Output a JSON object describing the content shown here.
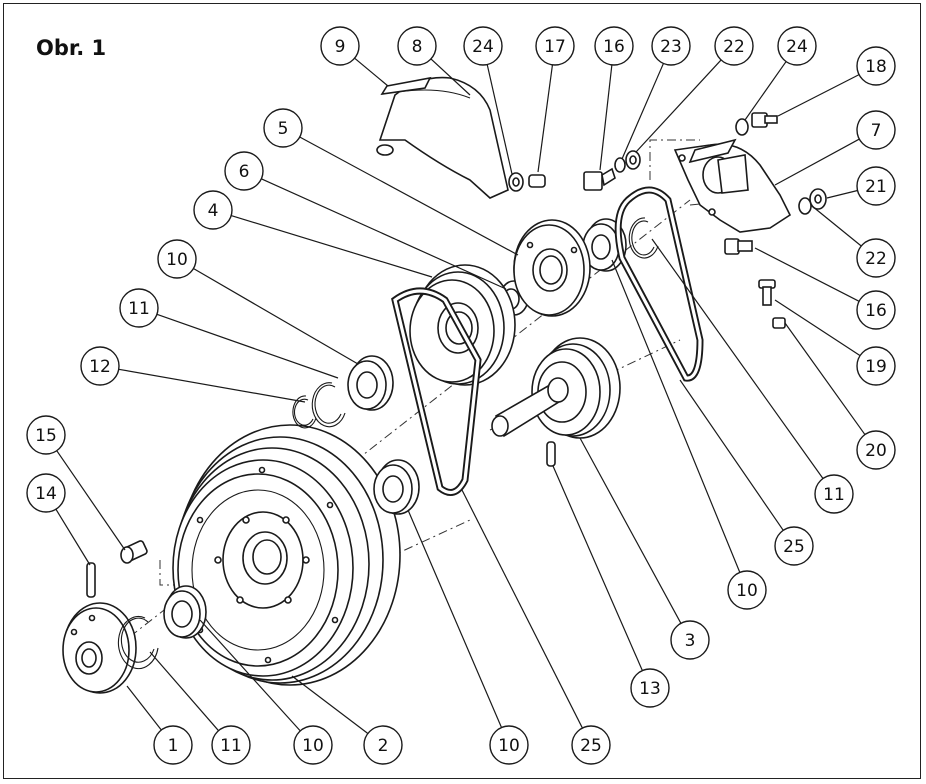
{
  "figure": {
    "title": "Obr. 1"
  },
  "callouts": [
    {
      "label": "9"
    },
    {
      "label": "8"
    },
    {
      "label": "24"
    },
    {
      "label": "17"
    },
    {
      "label": "16"
    },
    {
      "label": "23"
    },
    {
      "label": "22"
    },
    {
      "label": "24"
    },
    {
      "label": "18"
    },
    {
      "label": "7"
    },
    {
      "label": "5"
    },
    {
      "label": "21"
    },
    {
      "label": "6"
    },
    {
      "label": "4"
    },
    {
      "label": "22"
    },
    {
      "label": "10"
    },
    {
      "label": "16"
    },
    {
      "label": "11"
    },
    {
      "label": "19"
    },
    {
      "label": "12"
    },
    {
      "label": "20"
    },
    {
      "label": "15"
    },
    {
      "label": "11"
    },
    {
      "label": "14"
    },
    {
      "label": "25"
    },
    {
      "label": "10"
    },
    {
      "label": "3"
    },
    {
      "label": "13"
    },
    {
      "label": "1"
    },
    {
      "label": "11"
    },
    {
      "label": "10"
    },
    {
      "label": "2"
    },
    {
      "label": "10"
    },
    {
      "label": "25"
    }
  ]
}
